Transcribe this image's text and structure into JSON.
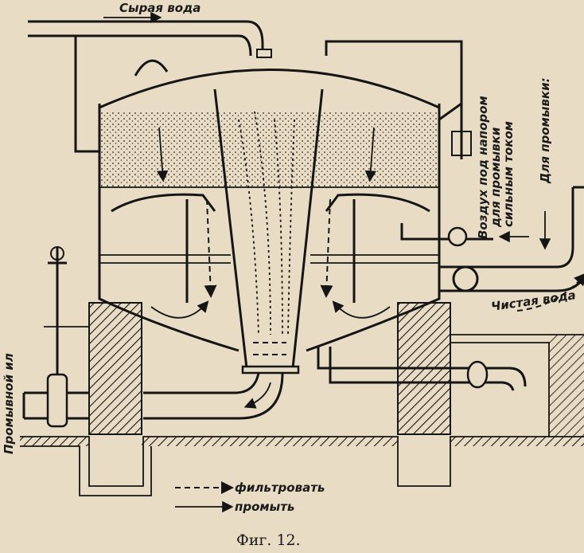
{
  "figure": {
    "caption": "Фиг. 12.",
    "labels": {
      "raw_water": "Сырая вода",
      "air_pressure": [
        "Воздух под напором",
        "для промывки",
        "сильным током"
      ],
      "for_washing": "Для промывки:",
      "clean_water": "Чистая вода",
      "washed_sludge": "Промывной ил"
    },
    "legend": [
      {
        "style": "dashed",
        "label": "фильтровать"
      },
      {
        "style": "solid",
        "label": "промыть"
      }
    ]
  }
}
